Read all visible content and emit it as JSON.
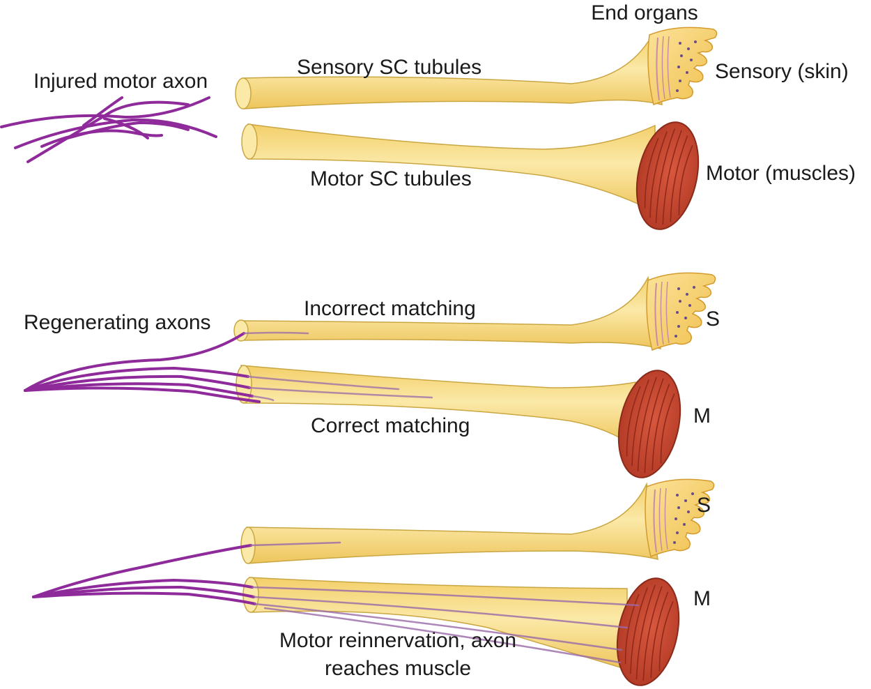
{
  "panel_top": {
    "end_organs_label": "End organs",
    "injured_axon_label": "Injured motor axon",
    "sensory_tubules_label": "Sensory SC tubules",
    "motor_tubules_label": "Motor SC tubules",
    "sensory_organ_label": "Sensory (skin)",
    "motor_organ_label": "Motor (muscles)"
  },
  "panel_middle": {
    "regenerating_label": "Regenerating axons",
    "incorrect_label": "Incorrect matching",
    "correct_label": "Correct matching",
    "sensory_short": "S",
    "motor_short": "M"
  },
  "panel_bottom": {
    "sensory_short": "S",
    "motor_short": "M",
    "reinnervation_line1": "Motor reinnervation, axon",
    "reinnervation_line2": "reaches muscle"
  },
  "colors": {
    "tubule_fill": "#f7d97a",
    "tubule_stroke": "#c9a642",
    "axon": "#8e2a9a",
    "muscle_fill": "#c8442e",
    "muscle_stroke": "#8a2a1a",
    "skin_fill": "#f5cc5a",
    "text": "#1a1a1a"
  }
}
